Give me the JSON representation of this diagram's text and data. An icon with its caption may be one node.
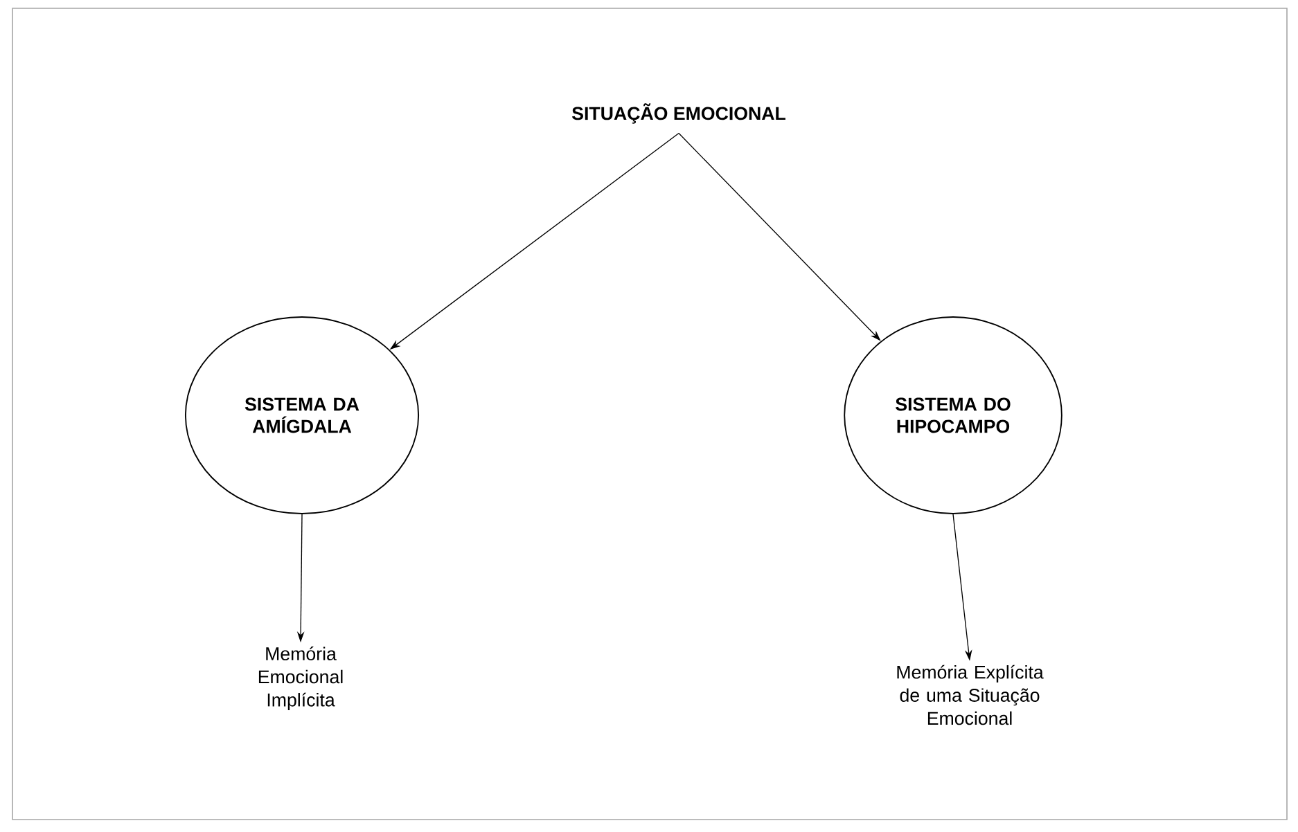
{
  "diagram": {
    "nodes": [
      {
        "text": [
          "SITUAÇÃO EMOCIONAL"
        ]
      },
      {
        "text": [
          "SISTEMA DA AMÍGDALA"
        ]
      },
      {
        "text": [
          "SISTEMA DO HIPOCAMPO"
        ]
      },
      {
        "text": [
          "Memória Emocional Implícita"
        ]
      },
      {
        "text": [
          "Memória Explícita de uma Situação Emocional"
        ]
      }
    ],
    "edges": [
      {
        "from": 0,
        "to": 1,
        "arrow": "to"
      },
      {
        "from": 0,
        "to": 2,
        "arrow": "to"
      },
      {
        "from": 1,
        "to": 3,
        "arrow": "to"
      },
      {
        "from": 2,
        "to": 4,
        "arrow": "to"
      }
    ]
  }
}
